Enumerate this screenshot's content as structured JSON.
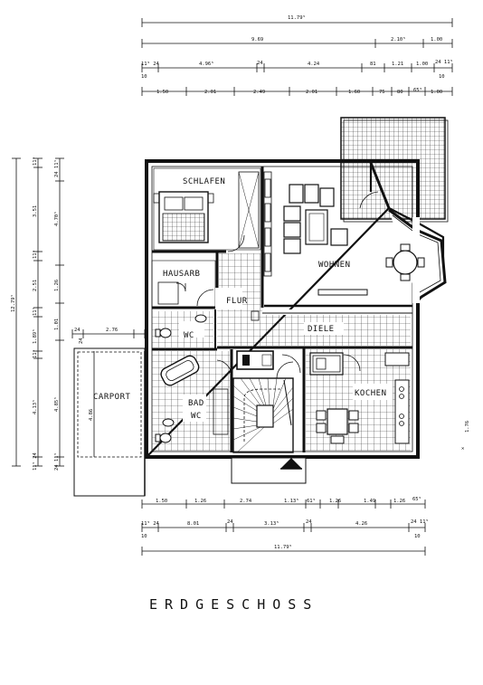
{
  "title": "ERDGESCHOSS",
  "rooms": {
    "schlafen": "SCHLAFEN",
    "wohnen": "WOHNEN",
    "hausarb": "HAUSARB",
    "flur": "FLUR",
    "wc_top": "WC",
    "diele": "DIELE",
    "carport": "CARPORT",
    "bad": "BAD",
    "bad_wc": "WC",
    "kochen": "KOCHEN"
  },
  "top_dims": {
    "row1": [
      "11.79⁵"
    ],
    "row2": [
      "9.69",
      "2.10⁵",
      "1.00"
    ],
    "row3": [
      "11⁵ 24",
      "4.96⁵",
      "24",
      "4.24",
      "81",
      "1.21",
      "1.00",
      "24 11⁵"
    ],
    "row4": [
      "1.50",
      "2.01",
      "2.49",
      "2.01",
      "1.60",
      "75",
      "80",
      "65⁵",
      "1.00"
    ]
  },
  "bottom_dims": {
    "row1": [
      "1.50",
      "1.26",
      "2.74",
      "1.13⁵",
      "61⁵",
      "1.26",
      "1.49",
      "1.26",
      "65⁵"
    ],
    "row2": [
      "11⁵ 24",
      "8.01",
      "24",
      "3.13⁵",
      "24",
      "4.26",
      "24 11⁵"
    ],
    "row3": [
      "11.79⁵"
    ]
  },
  "left_dims": {
    "outer": [
      "12.79⁵"
    ],
    "mid": [
      "11⁵",
      "3.51",
      "11⁵",
      "2.51",
      "11⁵",
      "1.89⁵",
      "11⁵",
      "4.13⁵",
      "11⁵ 24"
    ],
    "inner": [
      "24 11⁵",
      "4.70⁵",
      "1.26",
      "1.01",
      "4.85⁵",
      "24 11⁵"
    ]
  },
  "carport_dims": [
    "24",
    "2.76",
    "24",
    "4.86"
  ],
  "right_dims": [
    "1.76"
  ]
}
